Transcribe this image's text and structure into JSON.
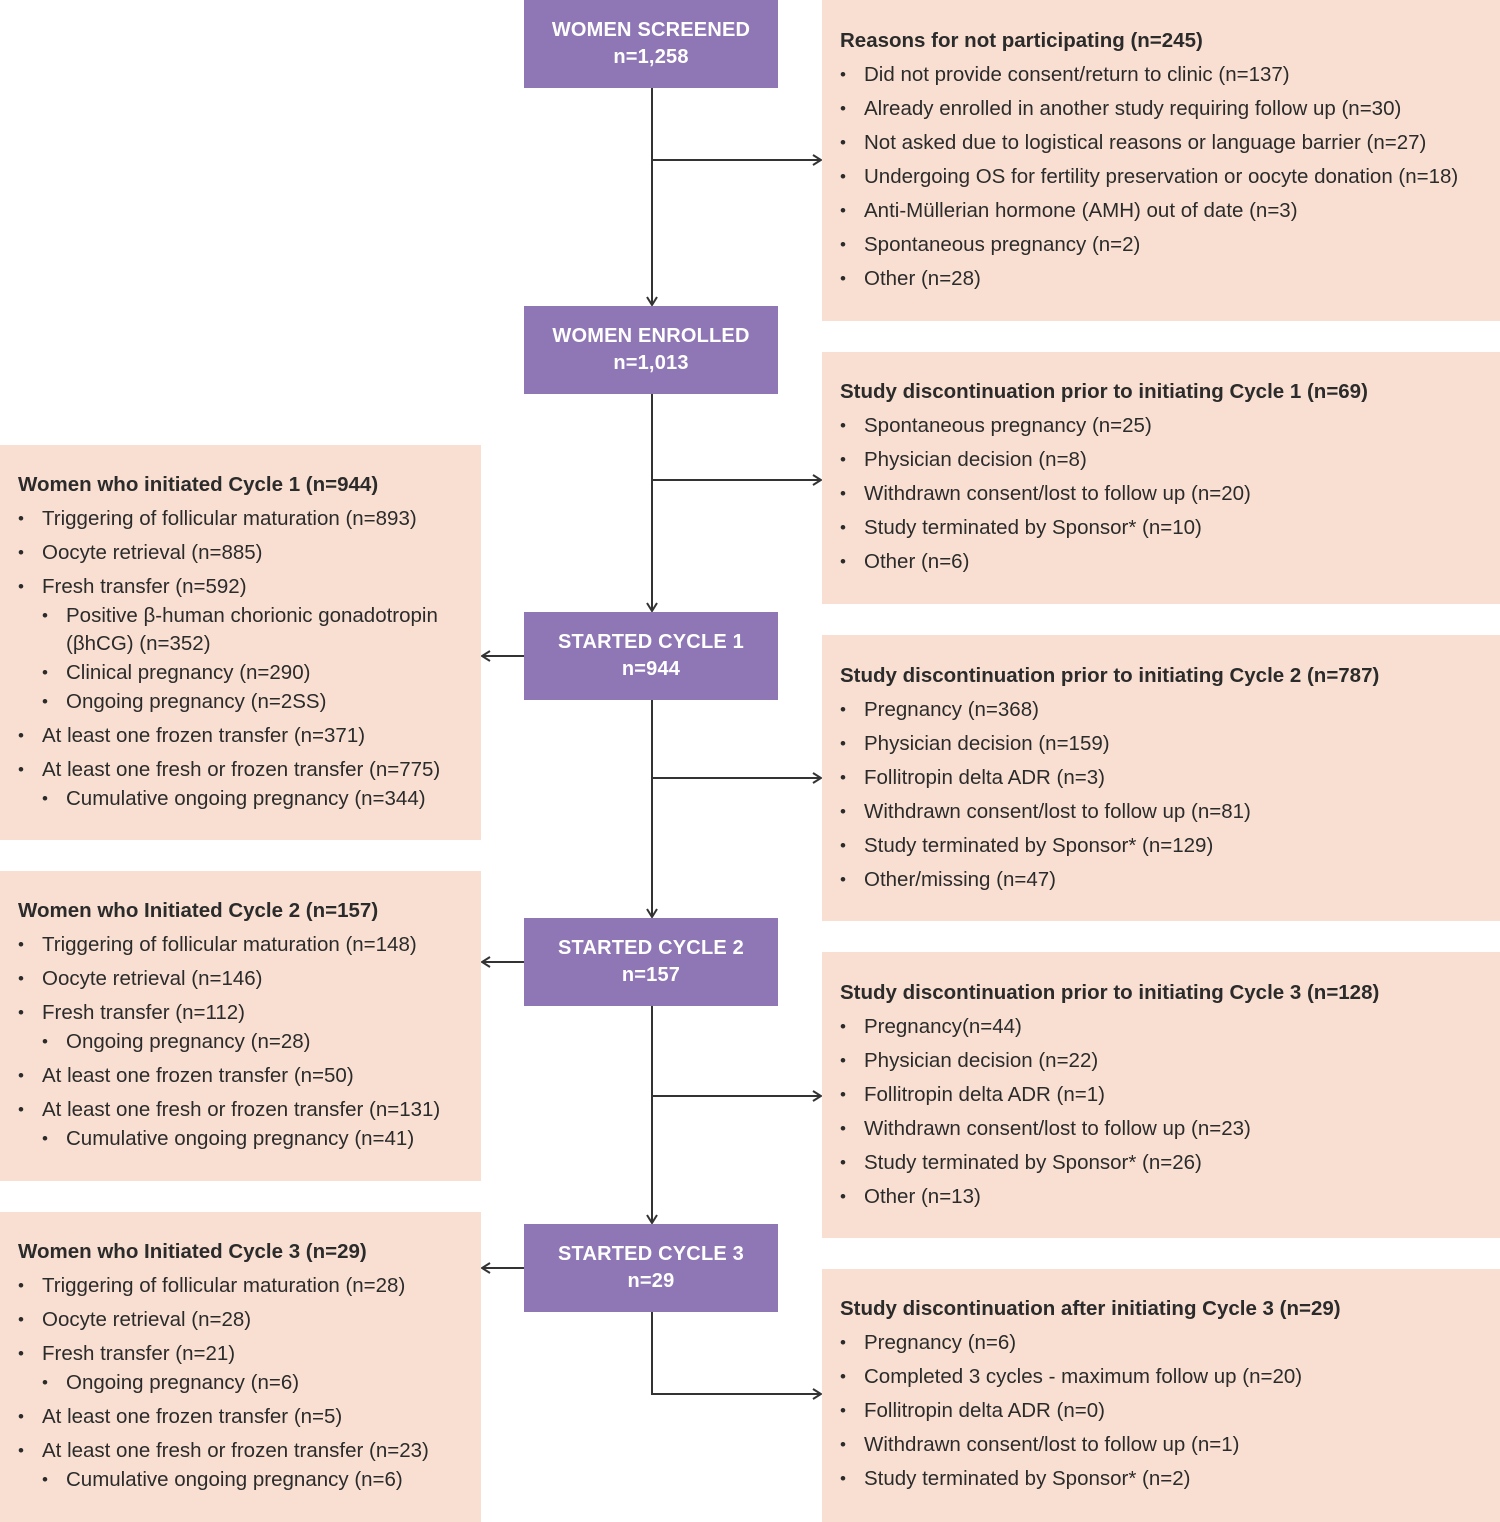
{
  "colors": {
    "box": "#8f77b5",
    "panel": "#f9dfd1",
    "line": "#333333"
  },
  "stages": {
    "screened": {
      "label": "WOMEN SCREENED",
      "n": "n=1,258"
    },
    "enrolled": {
      "label": "WOMEN ENROLLED",
      "n": "n=1,013"
    },
    "cycle1": {
      "label": "STARTED CYCLE 1",
      "n": "n=944"
    },
    "cycle2": {
      "label": "STARTED CYCLE 2",
      "n": "n=157"
    },
    "cycle3": {
      "label": "STARTED CYCLE 3",
      "n": "n=29"
    }
  },
  "not_participating": {
    "title": "Reasons for not participating (n=245)",
    "items": [
      "Did not provide consent/return to clinic (n=137)",
      "Already enrolled in another study requiring follow up (n=30)",
      "Not asked due to logistical reasons or language barrier (n=27)",
      "Undergoing OS for fertility preservation or oocyte donation (n=18)",
      "Anti-Müllerian hormone (AMH) out of date (n=3)",
      "Spontaneous pregnancy (n=2)",
      "Other (n=28)"
    ]
  },
  "disc_c1": {
    "title": "Study discontinuation prior to initiating Cycle 1 (n=69)",
    "items": [
      "Spontaneous pregnancy (n=25)",
      "Physician decision (n=8)",
      "Withdrawn consent/lost to follow up (n=20)",
      "Study terminated by Sponsor* (n=10)",
      "Other (n=6)"
    ]
  },
  "disc_c2": {
    "title": "Study discontinuation prior to initiating Cycle 2 (n=787)",
    "items": [
      "Pregnancy (n=368)",
      "Physician decision (n=159)",
      "Follitropin delta ADR (n=3)",
      "Withdrawn consent/lost to follow up (n=81)",
      "Study terminated by Sponsor* (n=129)",
      "Other/missing (n=47)"
    ]
  },
  "disc_c3": {
    "title": "Study discontinuation prior to initiating Cycle 3 (n=128)",
    "items": [
      "Pregnancy(n=44)",
      "Physician decision (n=22)",
      "Follitropin delta ADR (n=1)",
      "Withdrawn consent/lost to follow up (n=23)",
      "Study terminated by Sponsor* (n=26)",
      "Other (n=13)"
    ]
  },
  "disc_after_c3": {
    "title": "Study discontinuation after initiating Cycle 3 (n=29)",
    "items": [
      "Pregnancy (n=6)",
      "Completed 3 cycles - maximum follow up (n=20)",
      "Follitropin delta ADR (n=0)",
      "Withdrawn consent/lost to follow up (n=1)",
      "Study terminated by Sponsor* (n=2)"
    ]
  },
  "init_c1": {
    "title": "Women who initiated Cycle 1 (n=944)",
    "items": [
      "Triggering of follicular maturation (n=893)",
      "Oocyte retrieval (n=885)",
      "Fresh transfer (n=592)",
      "Positive β-human chorionic gonadotropin (βhCG) (n=352)",
      "Clinical pregnancy (n=290)",
      "Ongoing pregnancy (n=2SS)",
      "At least one frozen transfer (n=371)",
      "At least one fresh or frozen transfer (n=775)",
      "Cumulative ongoing pregnancy (n=344)"
    ]
  },
  "init_c2": {
    "title": "Women who Initiated Cycle 2 (n=157)",
    "items": [
      "Triggering of follicular maturation (n=148)",
      "Oocyte retrieval (n=146)",
      "Fresh transfer (n=112)",
      "Ongoing pregnancy (n=28)",
      "At least one frozen transfer (n=50)",
      "At least one fresh or frozen transfer (n=131)",
      "Cumulative ongoing pregnancy (n=41)"
    ]
  },
  "init_c3": {
    "title": "Women who Initiated Cycle 3 (n=29)",
    "items": [
      "Triggering of follicular maturation (n=28)",
      "Oocyte retrieval (n=28)",
      "Fresh transfer (n=21)",
      "Ongoing pregnancy (n=6)",
      "At least one frozen transfer (n=5)",
      "At least one fresh or frozen transfer (n=23)",
      "Cumulative ongoing pregnancy (n=6)"
    ]
  }
}
